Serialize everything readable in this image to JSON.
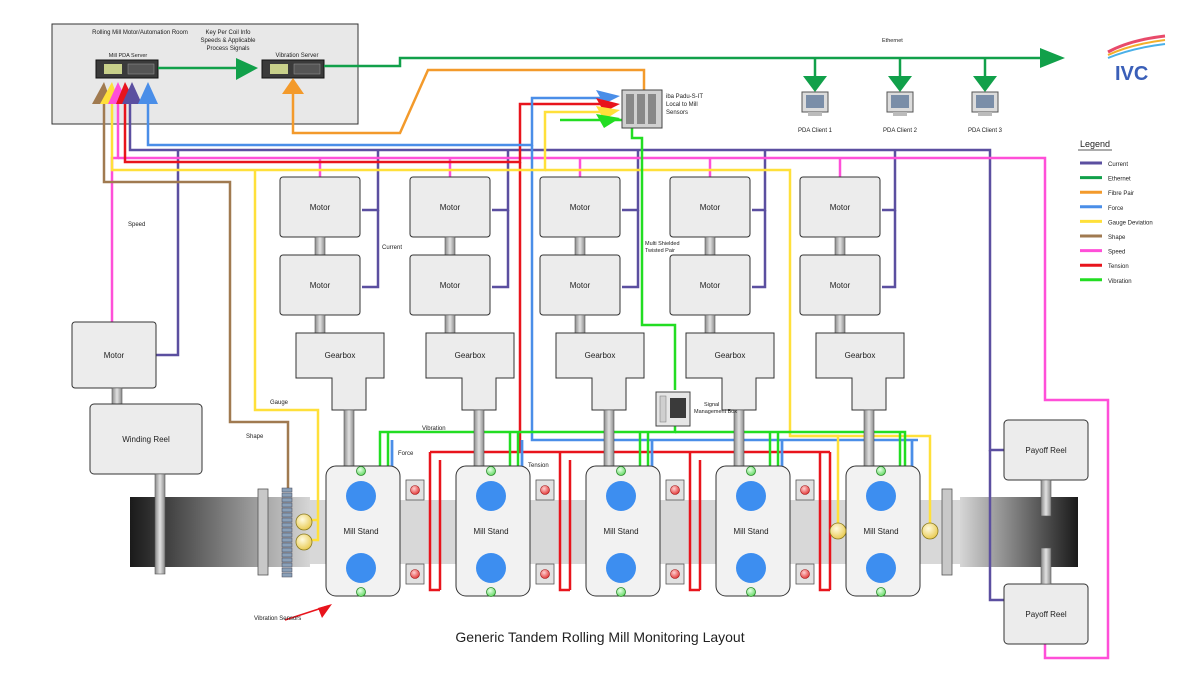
{
  "header": {
    "control_room_title": "Rolling Mill Motor/Automation Room",
    "mill_pda_server": "Mill PDA Server",
    "key_info": [
      "Key Per Coil Info",
      "Speeds & Applicable",
      "Process Signals"
    ],
    "vibration_server": "Vibration Server",
    "iba_padu": [
      "iba Padu-S-IT",
      "Local to Mill",
      "Sensors"
    ],
    "ethernet_label": "Ethernet",
    "clients": [
      "PDA Client 1",
      "PDA Client 2",
      "PDA Client 3"
    ],
    "logo": "IVC"
  },
  "legend": {
    "title": "Legend",
    "items": [
      {
        "label": "Current",
        "color": "#5b4fa0"
      },
      {
        "label": "Ethernet",
        "color": "#11a04a"
      },
      {
        "label": "Fibre Pair",
        "color": "#f39a2b"
      },
      {
        "label": "Force",
        "color": "#4a8ee8"
      },
      {
        "label": "Gauge Deviation",
        "color": "#ffe03a"
      },
      {
        "label": "Shape",
        "color": "#a07a50"
      },
      {
        "label": "Speed",
        "color": "#ff4fd8"
      },
      {
        "label": "Tension",
        "color": "#e8141c"
      },
      {
        "label": "Vibration",
        "color": "#22dd22"
      }
    ]
  },
  "labels": {
    "motor": "Motor",
    "gearbox": "Gearbox",
    "mill_stand": "Mill Stand",
    "winding_reel": "Winding Reel",
    "payoff_reel": "Payoff Reel",
    "speed": "Speed",
    "current": "Current",
    "gauge": "Gauge",
    "shape": "Shape",
    "vibration": "Vibration",
    "force": "Force",
    "tension": "Tension",
    "multi_shielded": [
      "Multi Shielded",
      "Twisted Pair"
    ],
    "signal_mgmt": [
      "Signal",
      "Management Box"
    ],
    "vibration_sensors": "Vibration Sensors"
  },
  "caption": "Generic Tandem Rolling Mill Monitoring Layout"
}
